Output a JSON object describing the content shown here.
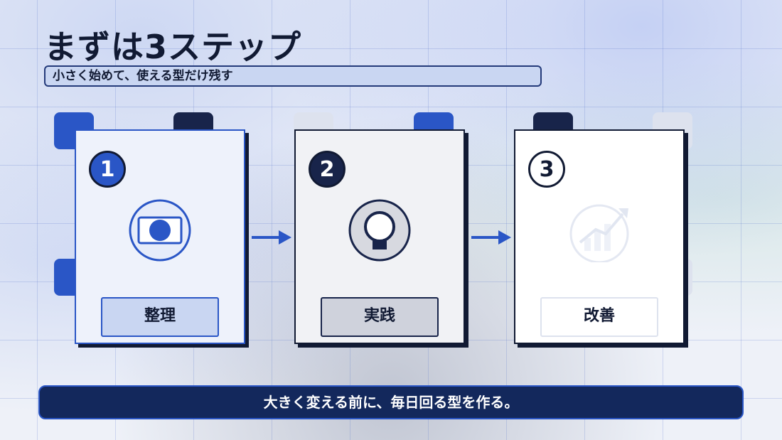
{
  "slide": {
    "title": "まずは3ステップ",
    "subtitle": "小さく始めて、使える型だけ残す",
    "banner": "大きく変える前に、毎日回る型を作る。"
  },
  "steps": [
    {
      "number": "1",
      "label": "整理",
      "icon": "focus-target-icon"
    },
    {
      "number": "2",
      "label": "実践",
      "icon": "lightbulb-icon"
    },
    {
      "number": "3",
      "label": "改善",
      "icon": "growth-chart-icon"
    }
  ],
  "colors": {
    "navy": "#111a33",
    "blue": "#2a56c6",
    "light_blue": "#c9d6f2",
    "banner_bg": "#13285c"
  }
}
